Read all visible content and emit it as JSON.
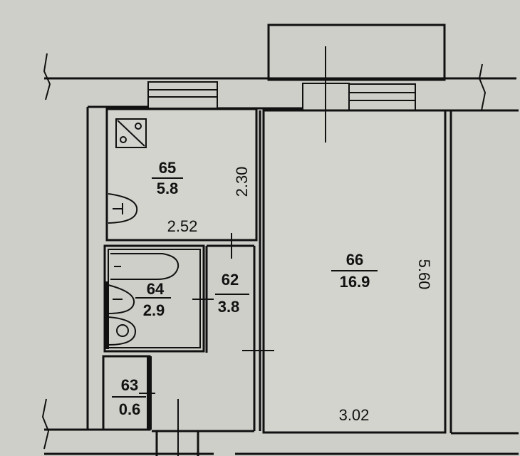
{
  "rooms": [
    {
      "id": "65",
      "area": "5.8"
    },
    {
      "id": "66",
      "area": "16.9"
    },
    {
      "id": "64",
      "area": "2.9"
    },
    {
      "id": "62",
      "area": "3.8"
    },
    {
      "id": "63",
      "area": "0.6"
    }
  ],
  "dimensions": {
    "room65_width": "2.52",
    "room65_length": "2.30",
    "room66_width": "3.02",
    "room66_length": "5.60"
  },
  "colors": {
    "background": "#cfcfca",
    "lines": "#111111"
  }
}
